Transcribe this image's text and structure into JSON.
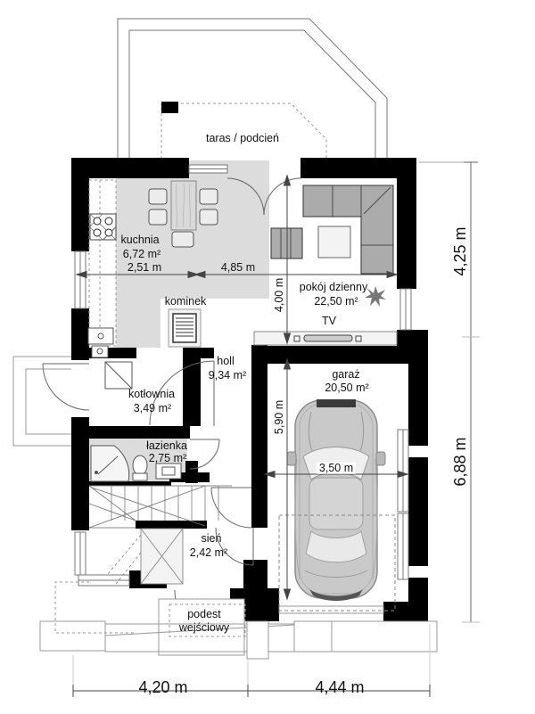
{
  "outdoor": {
    "terrace": "taras / podcień",
    "entry_platform_line1": "podest",
    "entry_platform_line2": "wejściowy"
  },
  "rooms": {
    "kitchen": {
      "name": "kuchnia",
      "area": "6,72 m²"
    },
    "living": {
      "name": "pokój dzienny",
      "area": "22,50 m²"
    },
    "fireplace": {
      "name": "kominek"
    },
    "hall": {
      "name": "holl",
      "area": "9,34 m²"
    },
    "boiler_room": {
      "name": "kotłownia",
      "area": "3,49 m²"
    },
    "bathroom": {
      "name": "łazienka",
      "area": "2,75 m²"
    },
    "garage": {
      "name": "garaż",
      "area": "20,50 m²"
    },
    "vestibule": {
      "name": "sień",
      "area": "2,42 m²"
    }
  },
  "tv_label": "TV",
  "dimensions": {
    "kitchen_width": "2,51 m",
    "living_width": "4,85 m",
    "living_depth": "4,00 m",
    "garage_depth": "5,90 m",
    "garage_width": "3,50 m",
    "right_top": "4,25 m",
    "right_bottom": "6,88 m",
    "bottom_left": "4,20 m",
    "bottom_right": "4,44 m"
  },
  "colors": {
    "wall": "#000000",
    "shaded_floor": "#dcdcdc",
    "furniture": "#ababab",
    "outline": "#555555"
  }
}
